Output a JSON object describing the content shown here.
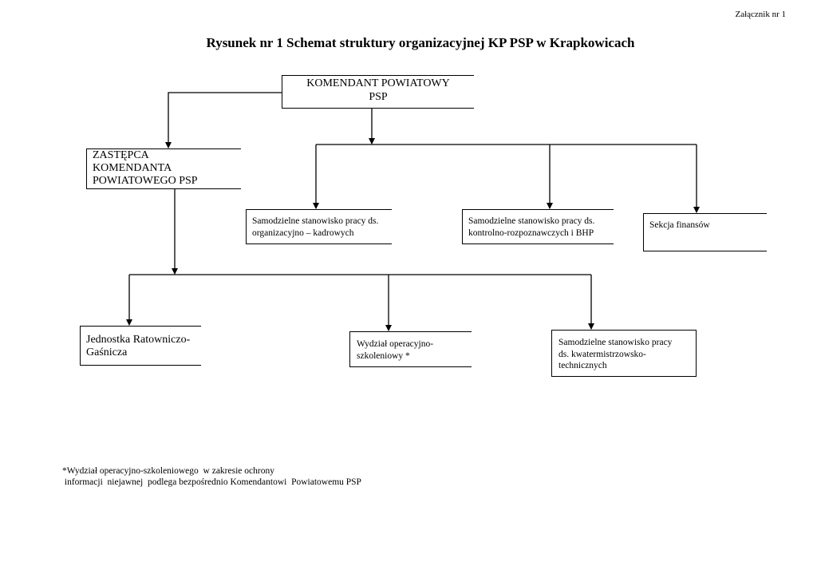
{
  "header": {
    "annex": "Załącznik nr 1",
    "title": "Rysunek nr 1 Schemat struktury organizacyjnej KP PSP w Krapkowicach"
  },
  "nodes": {
    "komendant": "KOMENDANT POWIATOWY\nPSP",
    "zastepca": "ZASTĘPCA\nKOMENDANTA\nPOWIATOWEGO  PSP",
    "kadrowe": "Samodzielne stanowisko pracy ds.\norganizacyjno – kadrowych",
    "kontrolne": "Samodzielne stanowisko pracy ds.\nkontrolno-rozpoznawczych i BHP",
    "finanse": "Sekcja finansów",
    "jrg": "Jednostka Ratowniczo-\nGaśnicza",
    "wydzial": "Wydział operacyjno-\nszkoleniowy *",
    "kwatermistrz": "Samodzielne stanowisko pracy\nds. kwatermistrzowsko-\ntechnicznych"
  },
  "footnote": {
    "line1": "*Wydział operacyjno-szkoleniowego  w zakresie ochrony",
    "line2": " informacji  niejawnej  podlega bezpośrednio Komendantowi  Powiatowemu PSP"
  }
}
